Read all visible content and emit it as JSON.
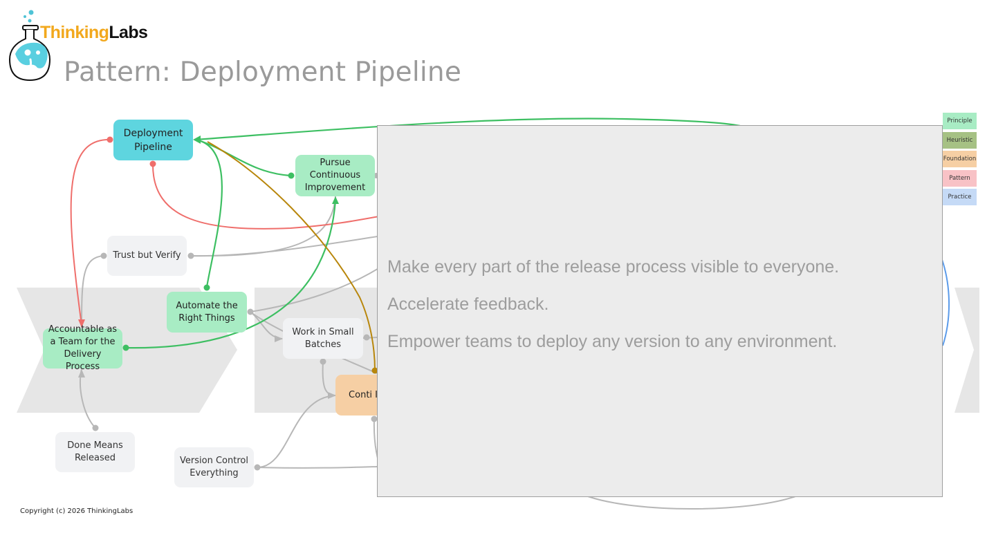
{
  "brand": {
    "name_part1": "Thinking",
    "name_part2": "Labs"
  },
  "slide": {
    "title": "Pattern: Deployment Pipeline"
  },
  "nodes": {
    "deployment_pipeline": "Deployment Pipeline",
    "pursue_continuous_improvement": "Pursue Continuous Improvement",
    "trust_but_verify": "Trust but Verify",
    "automate_the_right_things": "Automate the Right Things",
    "accountable_as_a_team": "Accountable as a Team for the Delivery Process",
    "work_in_small_batches": "Work in Small Batches",
    "continuous_integration_partial": "Conti Integr",
    "done_means_released": "Done Means Released",
    "version_control_everything": "Version Control Everything"
  },
  "overlay": {
    "lines": [
      "Make every part of the release process visible to everyone.",
      "Accelerate feedback.",
      "Empower teams to deploy any version to any environment."
    ]
  },
  "legend": {
    "items": [
      {
        "label": "Principle",
        "color": "#a8ecc4"
      },
      {
        "label": "Heuristic",
        "color": "#a6c184"
      },
      {
        "label": "Foundation",
        "color": "#f6cfa4"
      },
      {
        "label": "Pattern",
        "color": "#f8c2c6"
      },
      {
        "label": "Practice",
        "color": "#c5daf6"
      }
    ]
  },
  "colors": {
    "pattern": "#5ed5df",
    "principle": "#a8ecc4",
    "practice": "#f1f2f4",
    "foundation": "#f6cfa4",
    "edge_green": "#3dbf62",
    "edge_red": "#ef6e6b",
    "edge_gold": "#b8860b",
    "edge_gray": "#b7b7b7",
    "edge_blue": "#5b9bea"
  },
  "footer": {
    "copyright": "Copyright (c) 2026 ThinkingLabs"
  }
}
